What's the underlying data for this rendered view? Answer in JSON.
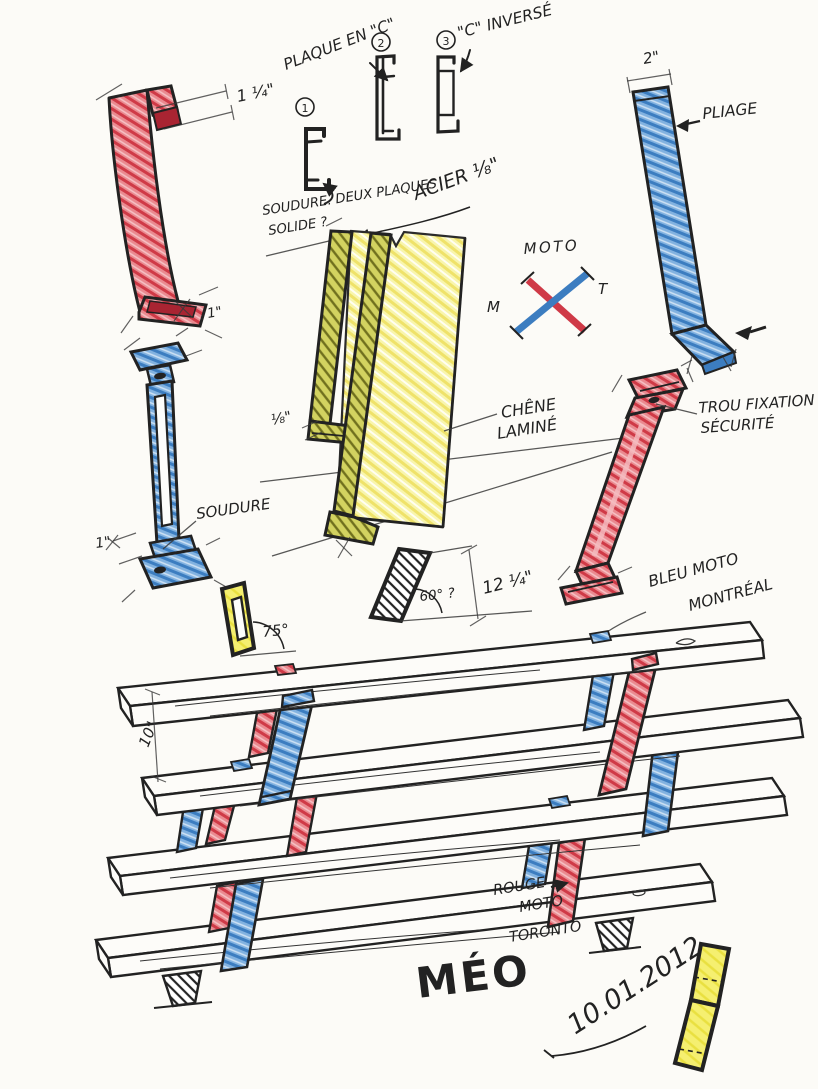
{
  "labels": {
    "dim_1_14": "1 ¼\"",
    "plaque_en_c": "PLAQUE EN \"C\"",
    "n1": "1",
    "n2": "2",
    "n3": "3",
    "c_inverse": "\"C\" INVERSÉ",
    "soudure_deux": "SOUDURE. DEUX PLAQUES",
    "solide": "SOLIDE ?",
    "acier": "ACIER ⅛\"",
    "moto_title": "MOTO",
    "moto_m": "M",
    "moto_t": "T",
    "dim_2": "2\"",
    "pliage": "PLIAGE",
    "chene_1": "CHÊNE",
    "chene_2": "LAMINÉ",
    "trou_1": "TROU FIXATION",
    "trou_2": "SÉCURITÉ",
    "soudure": "SOUDURE",
    "dim_1_red": "1\"",
    "dim_1_blue": "1\"",
    "dim_18": "⅛\"",
    "angle_75": "75°",
    "angle_60": "60° ?",
    "dim_12_14": "12 ¼\"",
    "bleu_1": "BLEU MOTO",
    "bleu_2": "MONTRÉAL",
    "dim_10": "10\"",
    "rouge_1": "ROUGE",
    "rouge_2": "MOTO",
    "toronto": "TORONTO",
    "signature": "MÉO",
    "date": "10.01.2012"
  },
  "colors": {
    "paper": "#fcfbf7",
    "ink": "#222222",
    "pencil": "#3a3a3a",
    "red_bg": "#ea8a90",
    "red_line": "#cf3a47",
    "red_hi": "#f6c3c6",
    "red_deep": "#a92432",
    "blue_bg": "#82b2e0",
    "blue_line": "#3c7dc0",
    "blue_hi": "#cfe2f4",
    "yellow_bg": "#f8f5ad",
    "yellow_line": "#efe26a",
    "olive_bg": "#d2d260",
    "olive_line": "#70701e",
    "ygreen": "#d9dc55",
    "ybright_bg": "#f5ef70",
    "ybright_line": "#e9e040"
  }
}
